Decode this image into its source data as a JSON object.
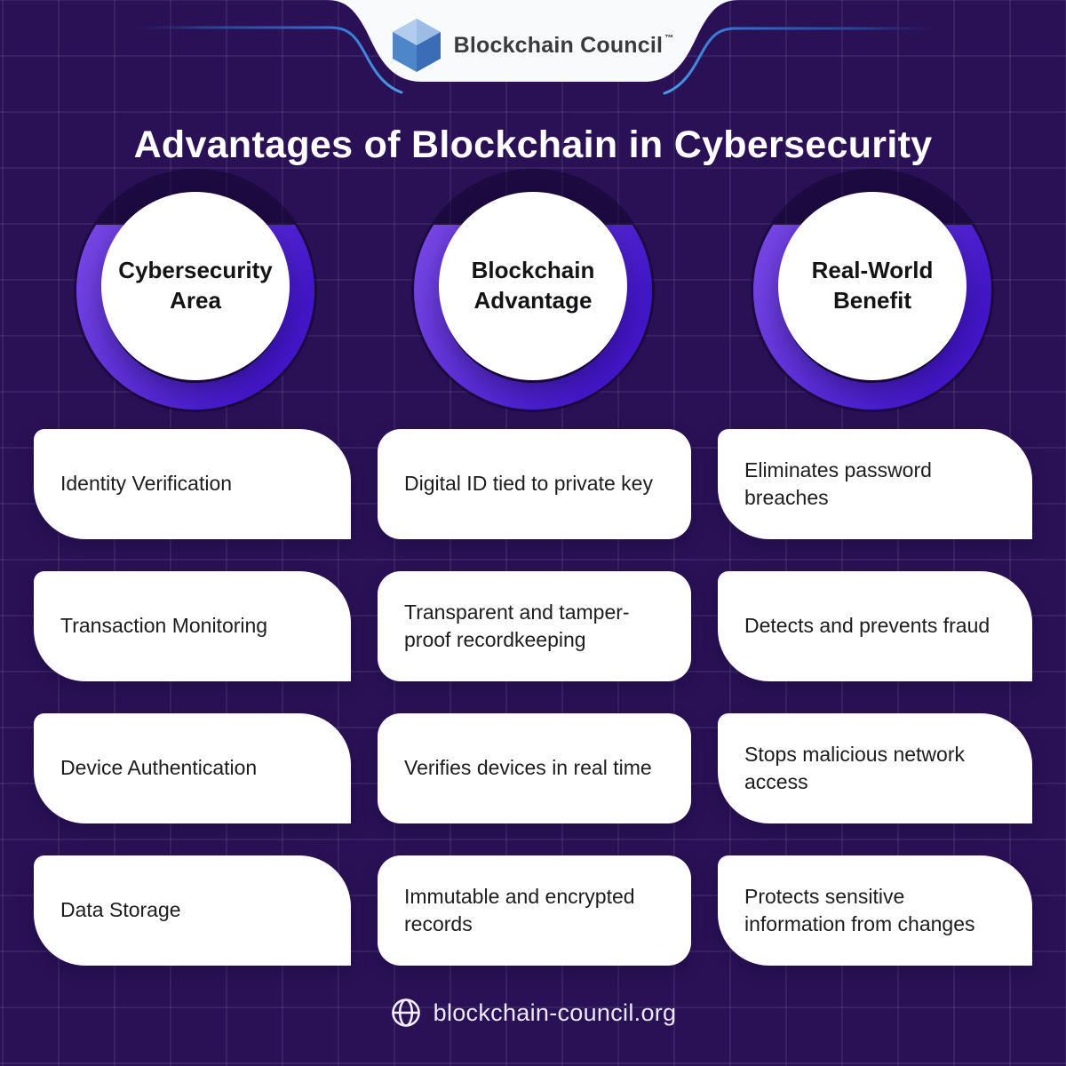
{
  "logo": {
    "name": "Blockchain Council",
    "trademark": "TM",
    "cube_icon": "blockchain-cube-icon"
  },
  "title": "Advantages of Blockchain in Cybersecurity",
  "columns": [
    {
      "label": "Cybersecurity Area"
    },
    {
      "label": "Blockchain Advantage"
    },
    {
      "label": "Real-World Benefit"
    }
  ],
  "rows": [
    {
      "area": "Identity Verification",
      "advantage": "Digital ID tied to private key",
      "benefit": "Eliminates password breaches"
    },
    {
      "area": "Transaction Monitoring",
      "advantage": "Transparent and tamper-proof recordkeeping",
      "benefit": "Detects and prevents fraud"
    },
    {
      "area": "Device Authentication",
      "advantage": "Verifies devices in real time",
      "benefit": "Stops malicious network access"
    },
    {
      "area": "Data Storage",
      "advantage": "Immutable and encrypted records",
      "benefit": "Protects sensitive information from changes"
    }
  ],
  "footer": {
    "website": "blockchain-council.org",
    "icon": "globe-icon"
  },
  "colors": {
    "background": "#2a1156",
    "grid_line": "rgba(255,255,255,0.07)",
    "ring_gradient_start": "#7b4be8",
    "ring_gradient_end": "#4316c9",
    "accent_line_blue": "#4b9be8",
    "card_background": "#ffffff",
    "card_text": "#1d1d1f",
    "title_text": "#ffffff",
    "footer_text": "#ece8f8",
    "logo_text": "#3b3b3d"
  }
}
